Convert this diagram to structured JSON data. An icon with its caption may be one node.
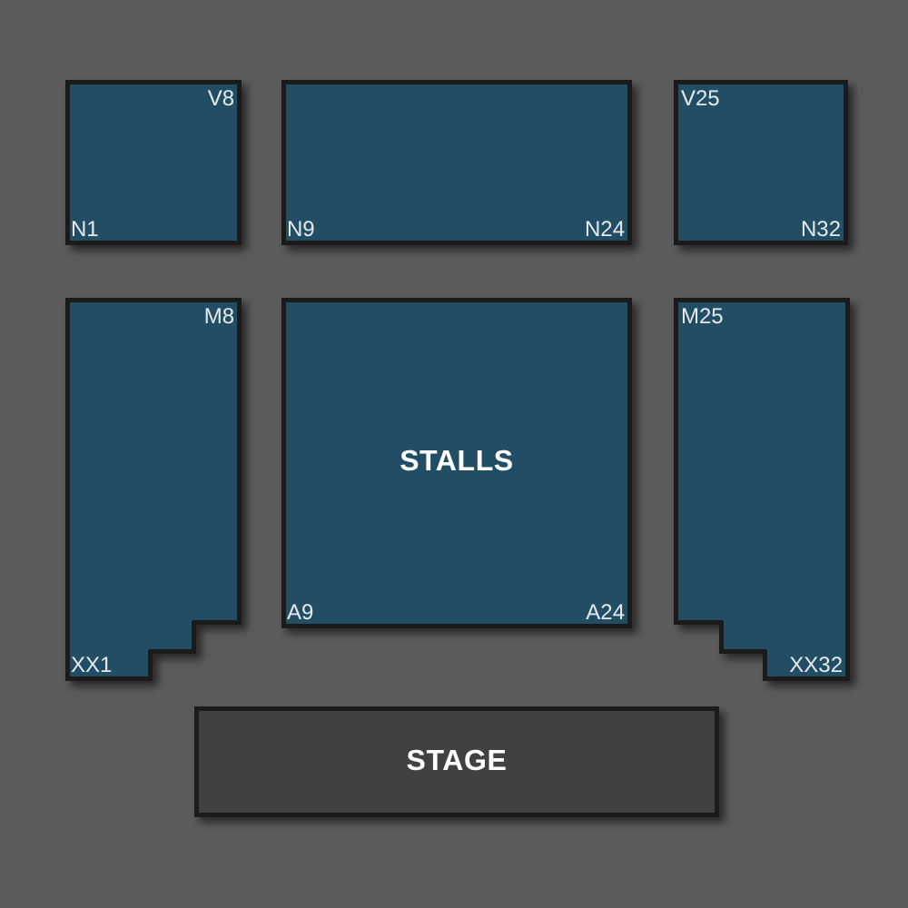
{
  "diagram": {
    "nodes": [
      {
        "text": [
          "V8",
          "N1"
        ]
      },
      {
        "text": [
          "N9",
          "N24"
        ]
      },
      {
        "text": [
          "V25",
          "N32"
        ]
      },
      {
        "text": [
          "M8",
          "XX1"
        ]
      },
      {
        "text": [
          "STALLS",
          "A9",
          "A24"
        ]
      },
      {
        "text": [
          "M25",
          "XX32"
        ]
      },
      {
        "text": [
          "STAGE"
        ]
      }
    ]
  }
}
